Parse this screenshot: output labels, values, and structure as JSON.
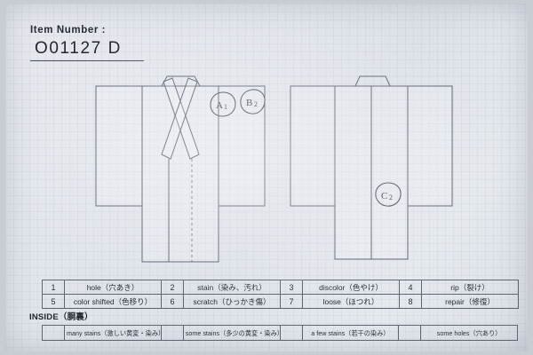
{
  "document": {
    "type": "kimono-condition-inspection-form",
    "header": {
      "label": "Item Number :",
      "value": "O01127 D"
    },
    "diagram": {
      "front_view_name": "kimono-front-view",
      "back_view_name": "kimono-back-view",
      "annotations": [
        {
          "id": "A1",
          "letter": "A",
          "number": "1",
          "view": "front"
        },
        {
          "id": "B2",
          "letter": "B",
          "number": "2",
          "view": "front"
        },
        {
          "id": "C2",
          "letter": "C",
          "number": "2",
          "view": "back"
        }
      ]
    },
    "legend": {
      "rows": [
        [
          {
            "num": "1",
            "desc": "hole（穴あき）"
          },
          {
            "num": "2",
            "desc": "stain（染み、汚れ）"
          },
          {
            "num": "3",
            "desc": "discolor（色やけ）"
          },
          {
            "num": "4",
            "desc": "rip（裂け）"
          }
        ],
        [
          {
            "num": "5",
            "desc": "color shifted（色移り）"
          },
          {
            "num": "6",
            "desc": "scratch（ひっかき傷）"
          },
          {
            "num": "7",
            "desc": "loose（ほつれ）"
          },
          {
            "num": "8",
            "desc": "repair（修復）"
          }
        ]
      ]
    },
    "inside": {
      "label": "INSIDE（胴裏）",
      "options": [
        {
          "checkbox": "",
          "text": "many stains（激しい黄変・染み）",
          "checked": false
        },
        {
          "checkbox": "",
          "text": "some stains（多少の黄変・染み）",
          "checked": false
        },
        {
          "checkbox": "",
          "text": "a few stains（若干の染み）",
          "checked": false
        },
        {
          "checkbox": "",
          "text": "some holes（穴あり）",
          "checked": false
        }
      ]
    },
    "colors": {
      "paper": "#e4e7ed",
      "ink": "#2b3038",
      "line": "#5a6270",
      "pencil": "#4d545f"
    }
  }
}
